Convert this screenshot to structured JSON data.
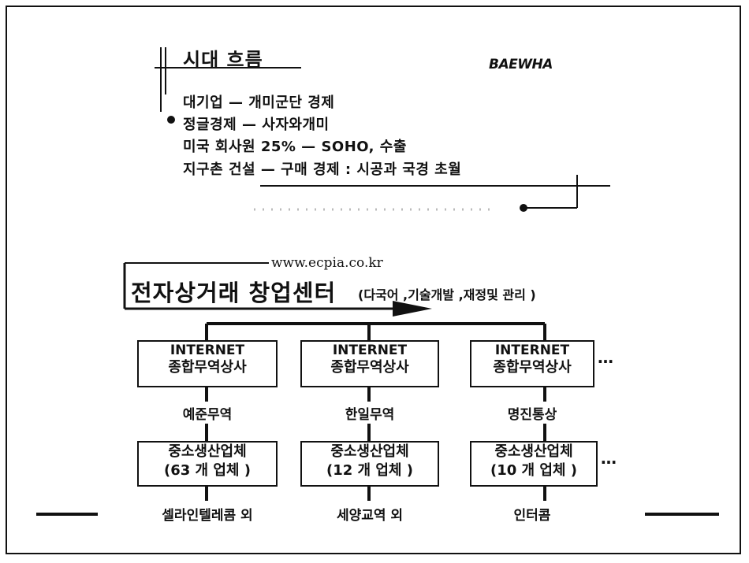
{
  "top": {
    "title": "시대 흐름",
    "logo": "BAEWHA",
    "items": [
      "대기업 — 개미군단 경제",
      "정글경제 — 사자와개미",
      "미국 회사원 25% — SOHO, 수출",
      "지구촌 건설 — 구매 경제 : 시공과 국경 초월"
    ]
  },
  "center": {
    "url": "www.ecpia.co.kr",
    "title": "전자상거래 창업센터",
    "subtitle": "(다국어 ,기술개발 ,재정및 관리 )"
  },
  "columns": [
    {
      "trade_box": [
        "INTERNET",
        "종합무역상사"
      ],
      "company": "예준무역",
      "producer_box": [
        "중소생산업체",
        "(63 개 업체 )"
      ],
      "partner": "셀라인텔레콤 외"
    },
    {
      "trade_box": [
        "INTERNET",
        "종합무역상사"
      ],
      "company": "한일무역",
      "producer_box": [
        "중소생산업체",
        "(12 개 업체 )"
      ],
      "partner": "세양교역 외"
    },
    {
      "trade_box": [
        "INTERNET",
        "종합무역상사"
      ],
      "company": "명진통상",
      "producer_box": [
        "중소생산업체",
        "(10 개 업체 )"
      ],
      "partner": "인터콤"
    }
  ],
  "ellipsis": "…"
}
